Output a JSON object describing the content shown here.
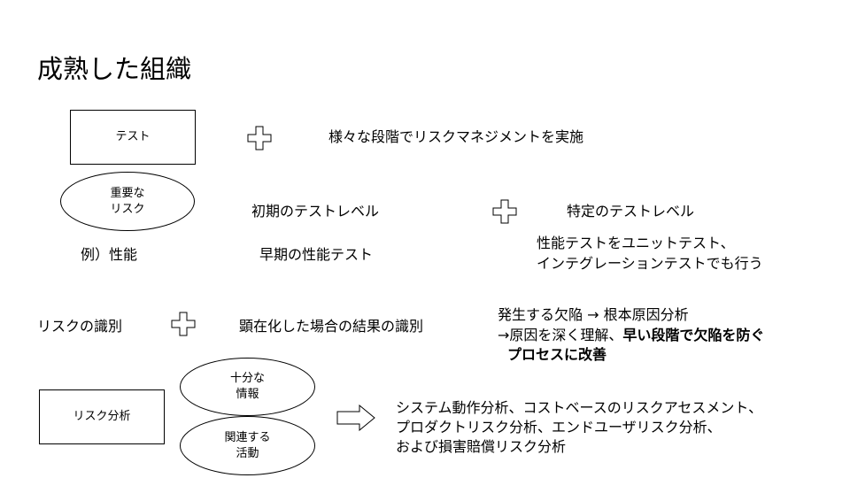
{
  "title": "成熟した組織",
  "row1": {
    "box_label": "テスト",
    "text": "様々な段階でリスクマネジメントを実施"
  },
  "row2": {
    "oval_line1": "重要な",
    "oval_line2": "リスク",
    "initial_test_level": "初期のテストレベル",
    "specific_test_level": "特定のテストレベル"
  },
  "row3": {
    "example": "例）性能",
    "early_perf_test": "早期の性能テスト",
    "detail_line1": "性能テストをユニットテスト、",
    "detail_line2": "インテグレーションテストでも行う"
  },
  "row4": {
    "risk_identification": "リスクの識別",
    "result_identification": "顕在化した場合の結果の識別",
    "defect_line1": "発生する欠陥 → 根本原因分析",
    "defect_line2_prefix": "→原因を深く理解、",
    "defect_line2_bold": "早い段階で欠陥を防ぐ",
    "defect_line3_bold": "プロセスに改善"
  },
  "row5": {
    "box_label": "リスク分析",
    "oval1_line1": "十分な",
    "oval1_line2": "情報",
    "oval2_line1": "関連する",
    "oval2_line2": "活動",
    "result_line1": "システム動作分析、コストベースのリスクアセスメント、",
    "result_line2": "プロダクトリスク分析、エンドユーザリスク分析、",
    "result_line3": "および損害賠償リスク分析"
  },
  "icons": {
    "plus": "plus-icon",
    "arrow": "right-arrow-icon"
  }
}
